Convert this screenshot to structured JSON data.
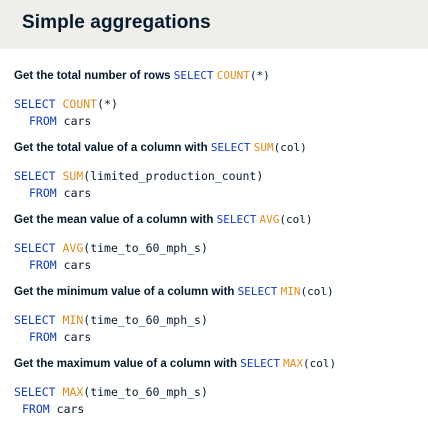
{
  "header": {
    "title": "Simple aggregations"
  },
  "sections": [
    {
      "desc": "Get the total number of rows",
      "inline_kw": "SELECT",
      "inline_fn": "COUNT",
      "inline_arg": "(*)",
      "code_kw": "SELECT",
      "code_fn": "COUNT",
      "code_arg": "(*)",
      "from_kw": "FROM",
      "table": "cars"
    },
    {
      "desc": "Get the total value of a column with",
      "inline_kw": "SELECT",
      "inline_fn": "SUM",
      "inline_arg": "(col)",
      "code_kw": "SELECT",
      "code_fn": "SUM",
      "code_arg": "(limited_production_count)",
      "from_kw": "FROM",
      "table": "cars"
    },
    {
      "desc": "Get the mean value of a column with",
      "inline_kw": "SELECT",
      "inline_fn": "AVG",
      "inline_arg": "(col)",
      "code_kw": "SELECT",
      "code_fn": "AVG",
      "code_arg": "(time_to_60_mph_s)",
      "from_kw": "FROM",
      "table": "cars"
    },
    {
      "desc": "Get the minimum value of a column with",
      "inline_kw": "SELECT",
      "inline_fn": "MIN",
      "inline_arg": "(col)",
      "code_kw": "SELECT",
      "code_fn": "MIN",
      "code_arg": "(time_to_60_mph_s)",
      "from_kw": "FROM",
      "table": "cars"
    },
    {
      "desc": "Get the maximum value of a column with",
      "inline_kw": "SELECT",
      "inline_fn": "MAX",
      "inline_arg": "(col)",
      "code_kw": "SELECT",
      "code_fn": "MAX",
      "code_arg": "(time_to_60_mph_s)",
      "from_kw": "FROM",
      "table": "cars"
    }
  ],
  "colors": {
    "keyword": "#0f3bb8",
    "function": "#e08a1b",
    "text": "#05192d",
    "header_bg": "#efeeea"
  }
}
